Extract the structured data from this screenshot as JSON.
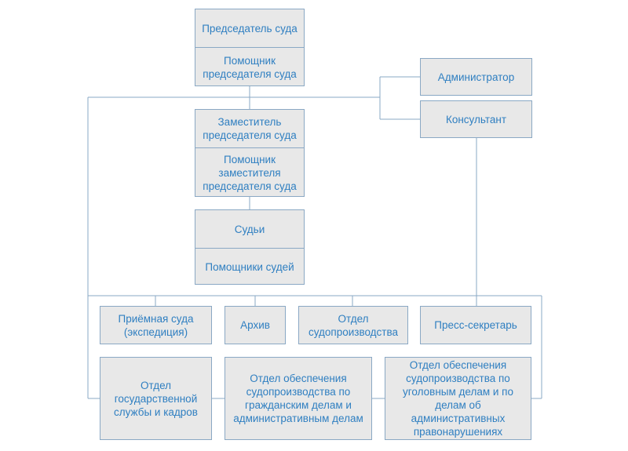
{
  "chairman": {
    "title": "Председатель суда",
    "assistant": "Помощник\nпредседателя суда"
  },
  "deputy": {
    "title": "Заместитель\nпредседателя суда",
    "assistant": "Помощник\nзаместителя\nпредседателя суда"
  },
  "judges": {
    "title": "Судьи",
    "assistants": "Помощники судей"
  },
  "administrator": "Администратор",
  "consultant": "Консультант",
  "row1": {
    "reception": "Приёмная суда\n(экспедиция)",
    "archive": "Архив",
    "proceedings": "Отдел\nсудопроизводства",
    "press": "Пресс-секретарь"
  },
  "row2": {
    "hr": "Отдел\nгосударственной\nслужбы и кадров",
    "civil": "Отдел обеспечения\nсудопроизводства по\nгражданским делам и\nадминистративным делам",
    "criminal": "Отдел обеспечения\nсудопроизводства по\nуголовным делам и по\nделам об\nадминистративных\nправонарушениях"
  },
  "colors": {
    "box_fill": "#e8e8e8",
    "box_border": "#8aa8c4",
    "text": "#2f7fc1",
    "line": "#8aa8c4"
  }
}
